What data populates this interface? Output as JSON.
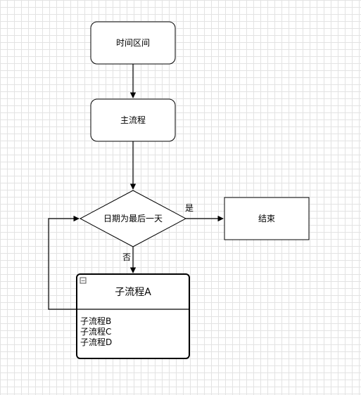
{
  "diagram": {
    "nodes": {
      "time_range": {
        "label": "时间区间"
      },
      "main_process": {
        "label": "主流程"
      },
      "decision": {
        "label": "日期为最后一天"
      },
      "end": {
        "label": "结束"
      }
    },
    "edges": {
      "yes_label": "是",
      "no_label": "否"
    },
    "container": {
      "title": "子流程A",
      "collapse_glyph": "−",
      "items": [
        "子流程B",
        "子流程C",
        "子流程D"
      ]
    }
  }
}
